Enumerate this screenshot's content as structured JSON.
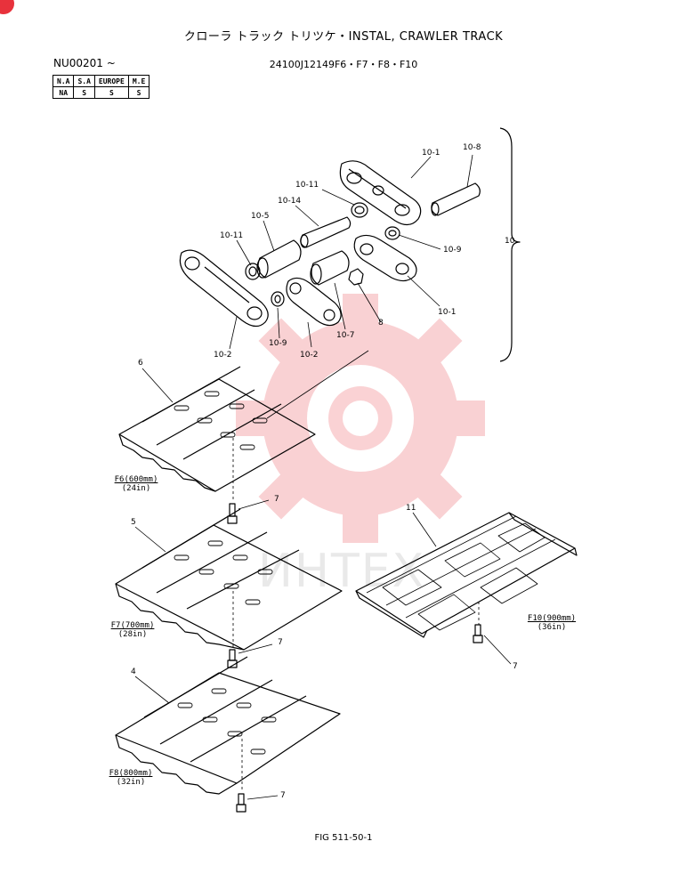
{
  "header": {
    "title": "クローラ トラック トリツケ・INSTAL, CRAWLER TRACK",
    "serial": "NU00201 ~",
    "part_number": "24100J12149F6・F7・F8・F10"
  },
  "regions": {
    "headers": [
      "N.A",
      "S.A",
      "EUROPE",
      "M.E"
    ],
    "values": [
      "NA",
      "S",
      "S",
      "S"
    ]
  },
  "watermark": {
    "text": "ИНТЕХ",
    "color": "#e8323c"
  },
  "callouts": {
    "c10_1_top": "10-1",
    "c10_8": "10-8",
    "c10_11_top": "10-11",
    "c10_14": "10-14",
    "c10_5": "10-5",
    "c10_11_left": "10-11",
    "c10_9_right": "10-9",
    "c10": "10",
    "c10_1_right": "10-1",
    "c8": "8",
    "c10_7": "10-7",
    "c10_9_bottom": "10-9",
    "c10_2_left": "10-2",
    "c10_2_mid": "10-2",
    "c6": "6",
    "c7_a": "7",
    "c5": "5",
    "c7_b": "7",
    "c4": "4",
    "c7_c": "7",
    "c11": "11",
    "c7_d": "7"
  },
  "captions": {
    "f6_line1": "F6(600mm)",
    "f6_line2": "(24in)",
    "f7_line1": "F7(700mm)",
    "f7_line2": "(28in)",
    "f8_line1": "F8(800mm)",
    "f8_line2": "(32in)",
    "f10_line1": "F10(900mm)",
    "f10_line2": "(36in)"
  },
  "figure_label": "FIG 511-50-1"
}
